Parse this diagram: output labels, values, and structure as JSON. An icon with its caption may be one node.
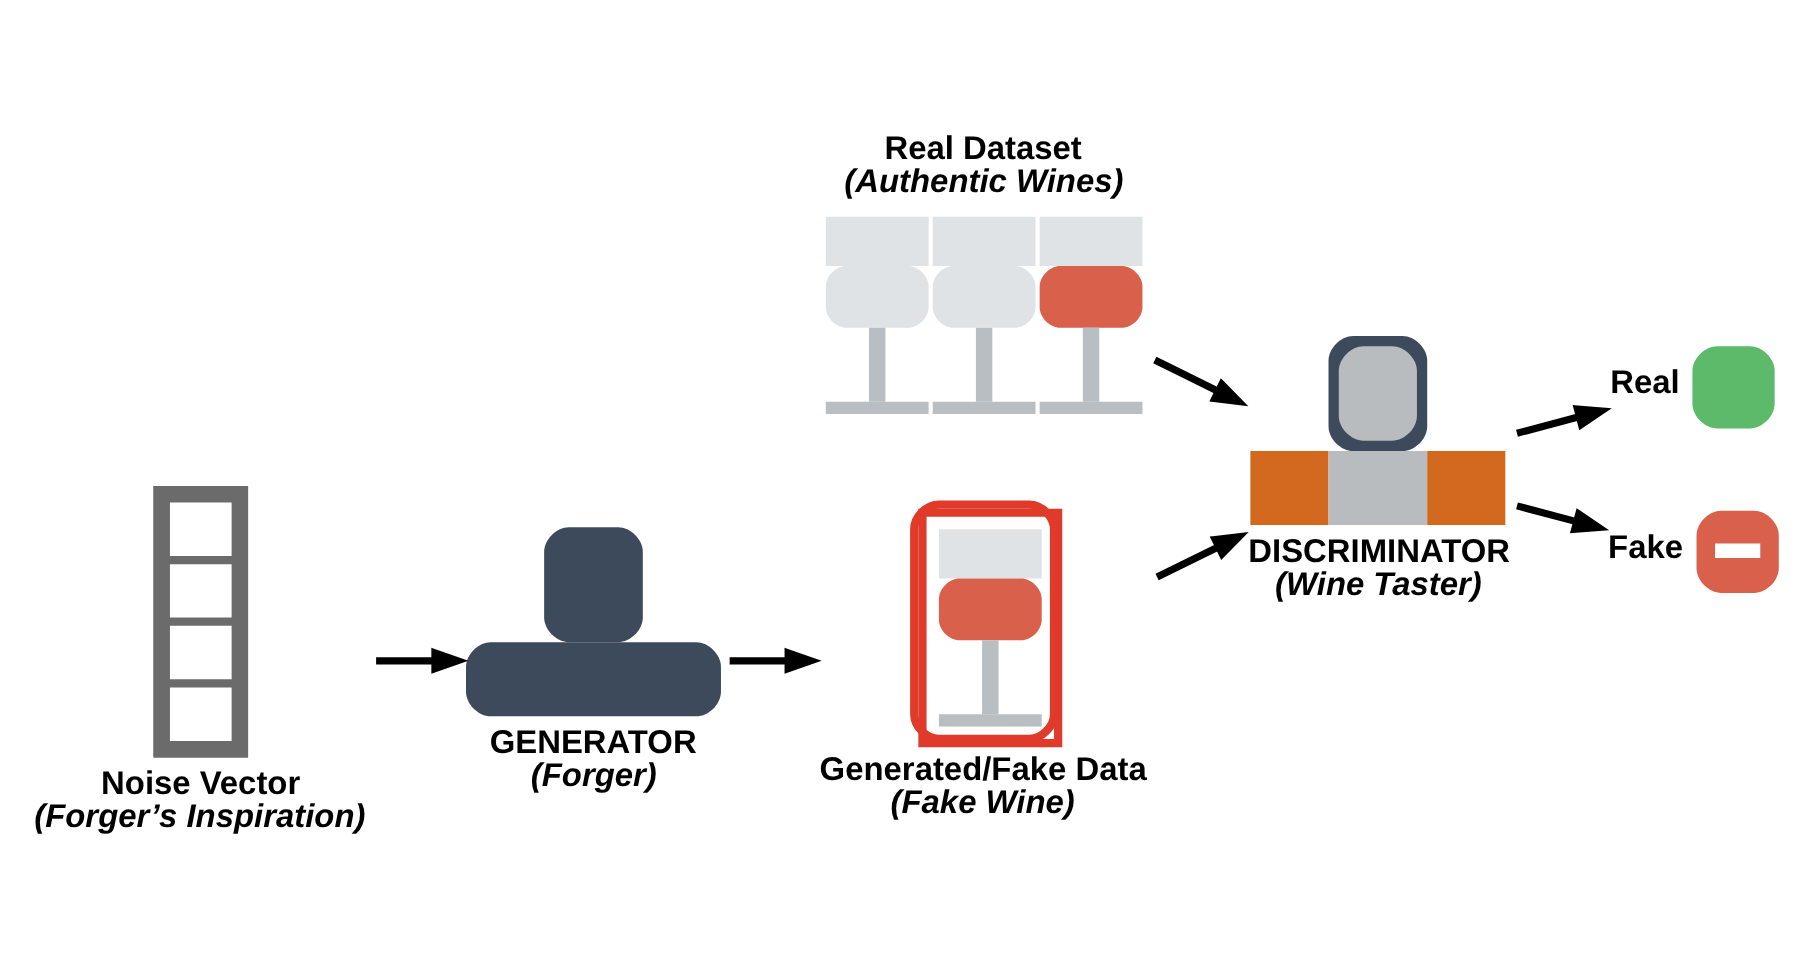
{
  "diagram": {
    "nodes": [
      {
        "text": [
          "Noise Vector",
          "(Forger’s Inspiration)"
        ]
      },
      {
        "text": [
          "GENERATOR",
          "(Forger)"
        ]
      },
      {
        "text": [
          "Generated/Fake Data",
          "(Fake Wine)"
        ]
      },
      {
        "text": [
          "Real Dataset",
          "(Authentic Wines)"
        ]
      },
      {
        "text": [
          "DISCRIMINATOR",
          "(Wine Taster)"
        ]
      },
      {
        "text": [
          "Real"
        ]
      },
      {
        "text": [
          "Fake"
        ]
      }
    ],
    "edges": [
      {
        "from": 0,
        "to": 1,
        "arrow": "to"
      },
      {
        "from": 1,
        "to": 2,
        "arrow": "to"
      },
      {
        "from": 2,
        "to": 4,
        "arrow": "to"
      },
      {
        "from": 3,
        "to": 4,
        "arrow": "to"
      },
      {
        "from": 4,
        "to": 5,
        "arrow": "to"
      },
      {
        "from": 4,
        "to": 6,
        "arrow": "to"
      }
    ]
  }
}
